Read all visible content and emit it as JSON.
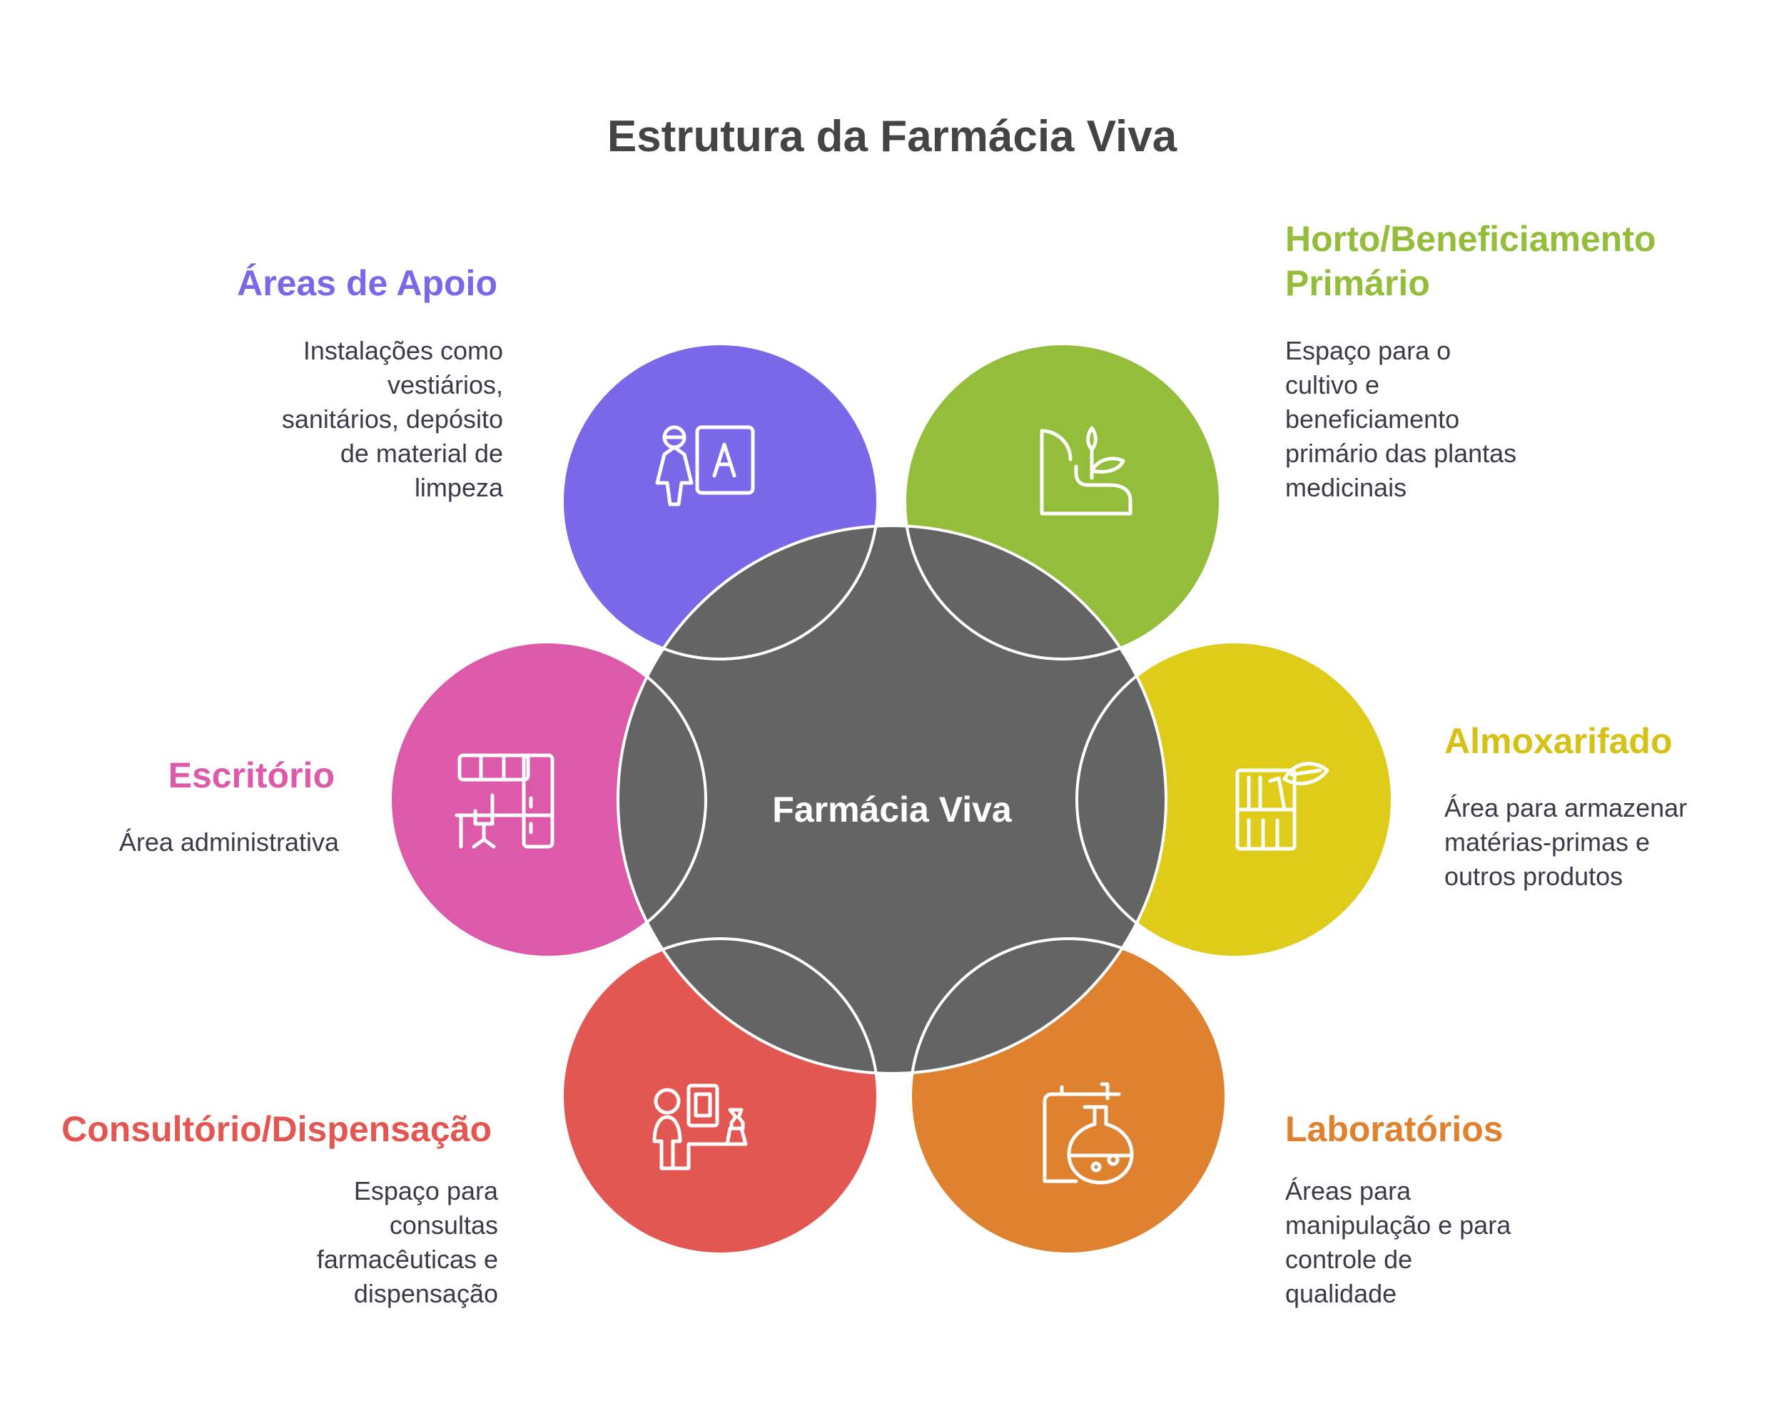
{
  "title": "Estrutura da Farmácia Viva",
  "center": {
    "label": "Farmácia Viva",
    "color": "#646464"
  },
  "sections": [
    {
      "id": "apoio",
      "heading": [
        "Áreas de Apoio"
      ],
      "body": [
        "Instalações como",
        "vestiários,",
        "sanitários, depósito",
        "de material de",
        "limpeza"
      ],
      "color": "#7B68E8",
      "icon": "teacher-board-icon"
    },
    {
      "id": "horto",
      "heading": [
        "Horto/Beneficiamento",
        "Primário"
      ],
      "body": [
        "Espaço para o",
        "cultivo e",
        "beneficiamento",
        "primário das plantas",
        "medicinais"
      ],
      "color": "#93BD3B",
      "icon": "plant-sprout-icon"
    },
    {
      "id": "escritorio",
      "heading": [
        "Escritório"
      ],
      "body": [
        "Área administrativa"
      ],
      "color": "#DD59A9",
      "icon": "office-desk-icon"
    },
    {
      "id": "almox",
      "heading": [
        "Almoxarifado"
      ],
      "body": [
        "Área para armazenar",
        "matérias-primas e",
        "outros produtos"
      ],
      "color": "#DFCB19",
      "icon": "storage-shelf-icon"
    },
    {
      "id": "consultorio",
      "heading": [
        "Consultório/Dispensação"
      ],
      "body": [
        "Espaço para",
        "consultas",
        "farmacêuticas e",
        "dispensação"
      ],
      "color": "#E35752",
      "icon": "consultation-icon"
    },
    {
      "id": "lab",
      "heading": [
        "Laboratórios"
      ],
      "body": [
        "Áreas para",
        "manipulação e para",
        "controle de",
        "qualidade"
      ],
      "color": "#DE8230",
      "icon": "lab-flask-icon"
    }
  ]
}
